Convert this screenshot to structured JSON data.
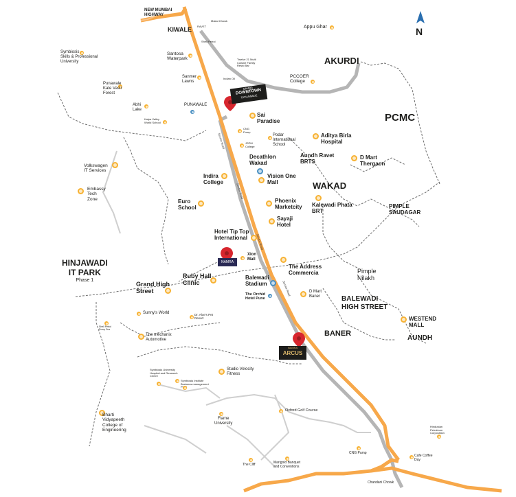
{
  "map": {
    "colors": {
      "highway": "#f7a84a",
      "road": "#b5b5b5",
      "boundary": "#6d6d6d",
      "poi": "#f7b233",
      "poi_blue": "#4a90c2",
      "pin": "#d7262e"
    },
    "north_label": "N",
    "areas": {
      "kiwale": "KIWALE",
      "akurdi": "AKURDI",
      "pcmc": "PCMC",
      "wakad": "WAKAD",
      "pimple_saudagar_1": "PIMPLE",
      "pimple_saudagar_2": "SAUDAGAR",
      "hinjawadi_1": "HINJAWADI",
      "hinjawadi_2": "IT PARK",
      "hinjawadi_3": "Phase 1",
      "baner": "BANER",
      "aundh": "AUNDH",
      "balewadi_hs_1": "BALEWADI",
      "balewadi_hs_2": "HIGH STREET",
      "westend_1": "WESTEND",
      "westend_2": "MALL"
    },
    "highway": {
      "label_1": "NEW MUMBAI",
      "label_2": "HIGHWAY"
    },
    "landmarks": {
      "appu_ghar": "Appu Ghar",
      "symbiosis_skills_1": "Symbiosis",
      "symbiosis_skills_2": "Skills & Professional",
      "symbiosis_skills_3": "University",
      "santosa_1": "Santosa",
      "santosa_2": "Waterpark",
      "twelve_1": "Twelve 21 Multi",
      "twelve_2": "Cuisine Family",
      "twelve_3": "Resto Bar",
      "pccoer_1": "PCCOER",
      "pccoer_2": "College",
      "punawale_kate_1": "Punawale",
      "punawale_kate_2": "Kate Vasti",
      "punawale_kate_3": "Forest",
      "sanmer_1": "Sanmer",
      "sanmer_2": "Lawns",
      "punawale": "PUNAWALE",
      "abhi_1": "Abhi",
      "abhi_2": "Lake",
      "kalpa_1": "Kalpa Valley",
      "kalpa_2": "World School",
      "sai_1": "Sai",
      "sai_2": "Paradise",
      "cng_1": "CNG",
      "cng_2": "Pump",
      "podar_1": "Podar",
      "podar_2": "International",
      "podar_3": "School",
      "jspm_1": "JSPM",
      "jspm_2": "College",
      "aditya_1": "Aditya Birla",
      "aditya_2": "Hospital",
      "volkswagen_1": "Volkswagen",
      "volkswagen_2": "IT Services",
      "decathlon_1": "Decathlon",
      "decathlon_2": "Wakad",
      "aundh_ravet_1": "Aundh Ravet",
      "aundh_ravet_2": "BRTS",
      "dmart_thergaon_1": "D Mart",
      "dmart_thergaon_2": "Thergaon",
      "indira_1": "Indira",
      "indira_2": "College",
      "vision_1": "Vision One",
      "vision_2": "Mall",
      "embassy_1": "Embassy",
      "embassy_2": "Tech",
      "embassy_3": "Zone",
      "kalewadi_1": "Kalewadi Phata",
      "kalewadi_2": "BRT",
      "euro_1": "Euro",
      "euro_2": "School",
      "phoenix_1": "Phoenix",
      "phoenix_2": "Marketcity",
      "sayaji_1": "Sayaji",
      "sayaji_2": "Hotel",
      "tiptop_1": "Hotel Tip Top",
      "tiptop_2": "International",
      "xion_1": "Xion",
      "xion_2": "Mall",
      "address_1": "The Address",
      "address_2": "Commercia",
      "pimple_nilakh_1": "Pimple",
      "pimple_nilakh_2": "Nilakh",
      "grand_1": "Grand High",
      "grand_2": "Street",
      "ruby_1": "Ruby Hall",
      "ruby_2": "Clinic",
      "balewadi_stadium_1": "Balewadi",
      "balewadi_stadium_2": "Stadium",
      "dmart_baner_1": "D Mart",
      "dmart_baner_2": "Baner",
      "orchid_1": "The Orchid",
      "orchid_2": "Hotel Pune",
      "sunnys": "Sunny's World",
      "aloes_1": "Dr. Aloe's Pet",
      "aloes_2": "Resort",
      "shell_1": "Shell Petrol",
      "shell_2": "Pump Sus",
      "mechanix_1": "The mechanix",
      "mechanix_2": "Automotive",
      "symb_hosp_1": "Symbiosis University",
      "symb_hosp_2": "Hospital and Research",
      "symb_hosp_3": "Centre",
      "symb_inst_1": "Symbiosis Institute",
      "symb_inst_2": "Business management",
      "symb_inst_3": "Pune",
      "studio_1": "Studio Velocity",
      "studio_2": "Fitness",
      "bharti_1": "Bharti",
      "bharti_2": "Vidyapeeth",
      "bharti_3": "College of",
      "bharti_4": "Engineering",
      "flame_1": "Flame",
      "flame_2": "University",
      "oxford": "Oxford Golf Course",
      "hindustan_1": "Hindustan",
      "hindustan_2": "Petroleum",
      "hindustan_3": "Corporation",
      "cng_pump": "CNG Pump",
      "cliff": "The Cliff",
      "marigold_1": "Marigold Banquet",
      "marigold_2": "and Conventions",
      "cafe_1": "Cafe Coffee",
      "cafe_2": "Day",
      "chandani": "Chandani Chowk",
      "mukai": "Mukai Chowk",
      "ravet": "RAVET",
      "shell_small": "Shell Petrol",
      "indian_oil": "Indian Oil"
    },
    "projects": {
      "downtown_1": "NAMRA",
      "downtown_2": "DOWNTOWN",
      "downtown_3": "TATHAWADE",
      "arcus_1": "NAMRA",
      "arcus_2": "ARCUS",
      "xion_badge": "NAMRA"
    },
    "road_labels": {
      "service_1": "Service Road",
      "service_2": "Service Road",
      "service_3": "Service Road",
      "service_4": "Service Road"
    }
  }
}
